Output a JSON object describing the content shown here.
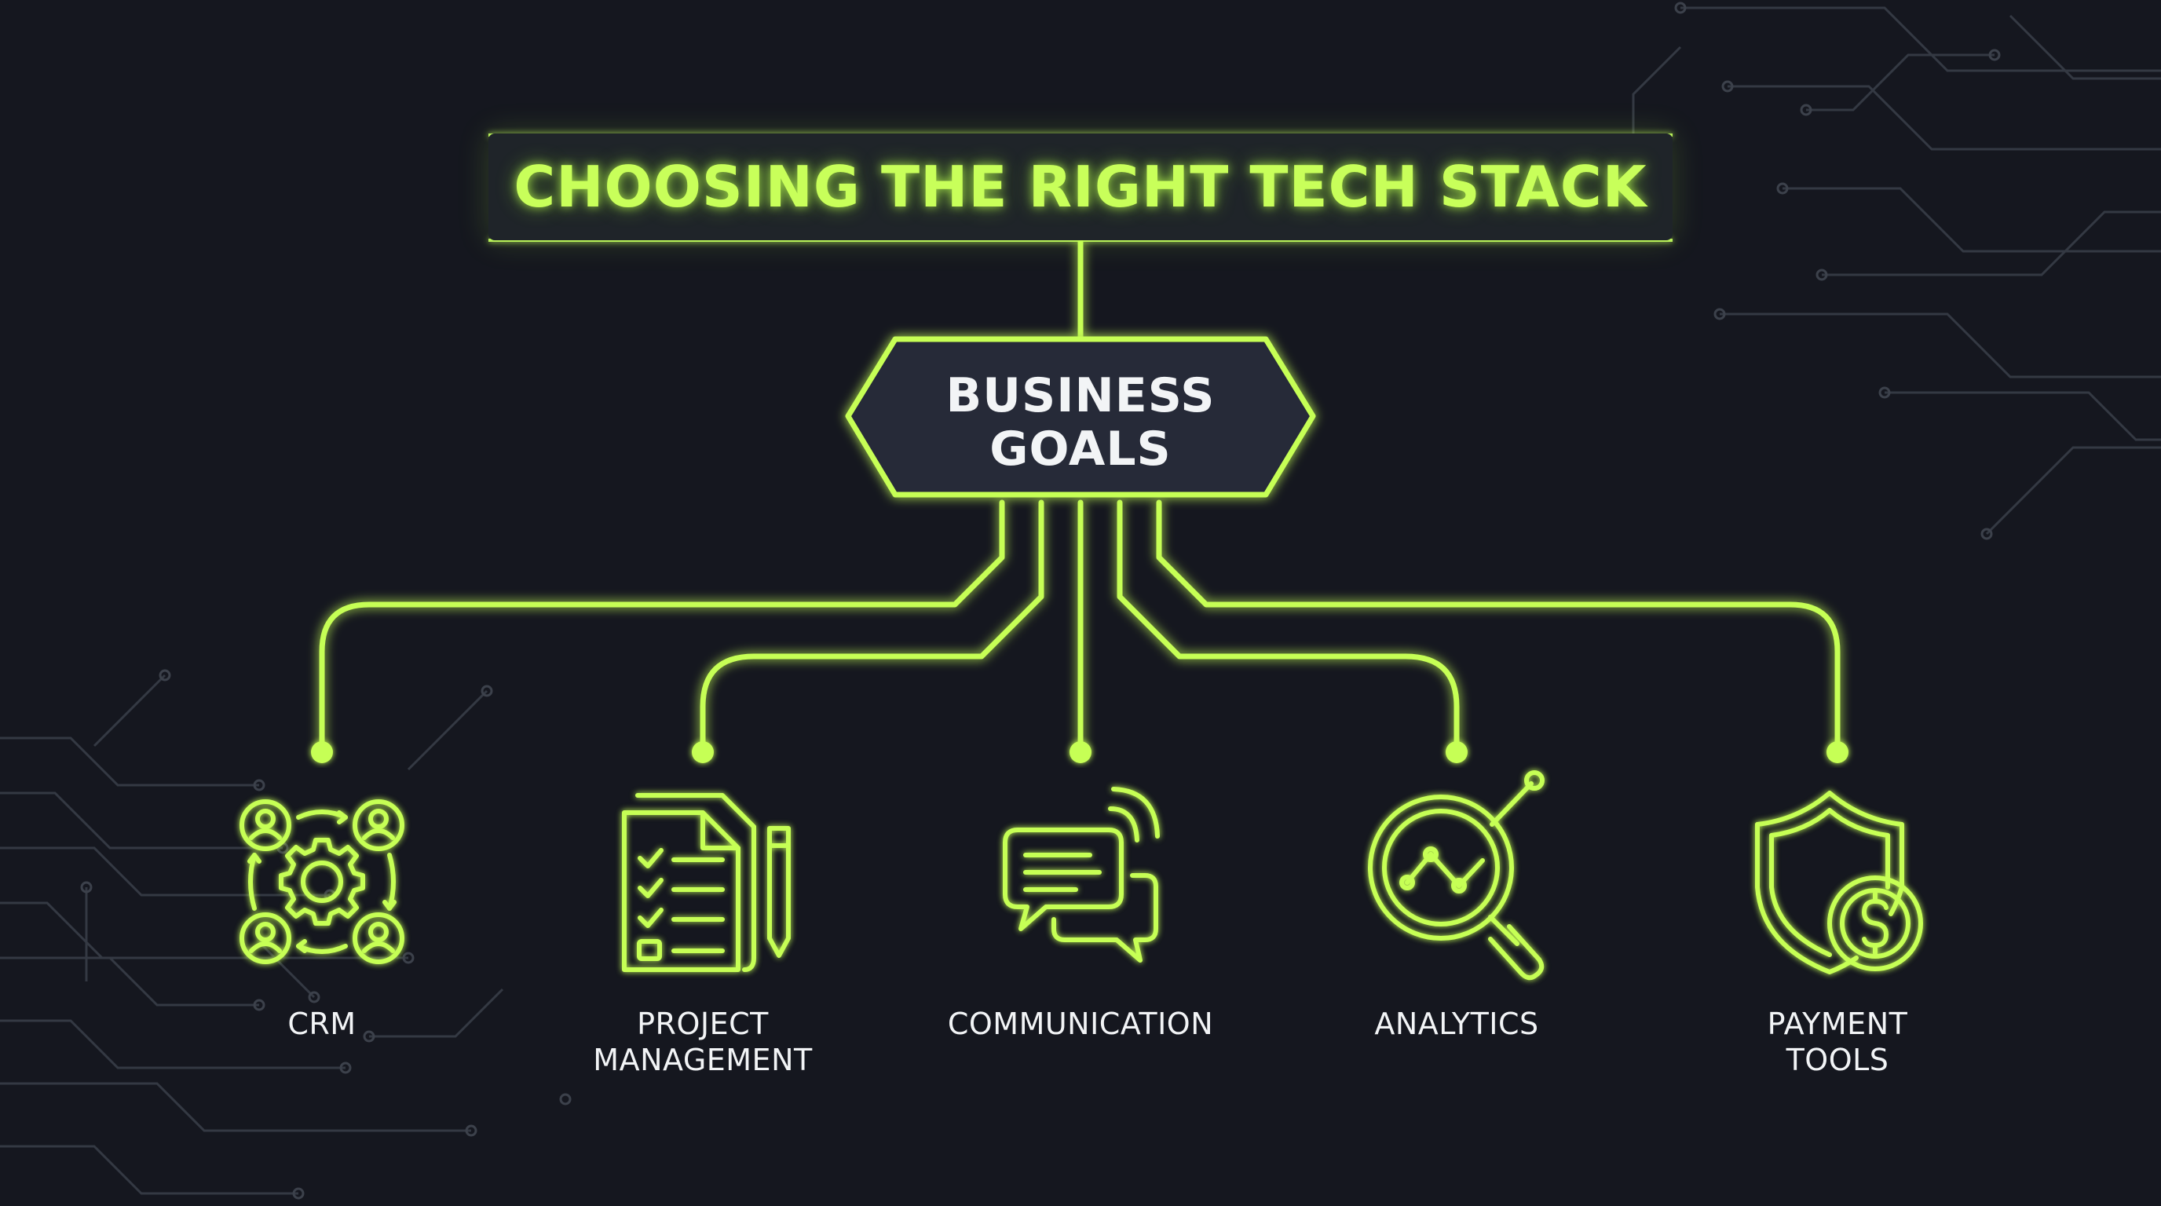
{
  "title": "CHOOSING THE RIGHT TECH STACK",
  "center": {
    "line1": "BUSINESS",
    "line2": "GOALS"
  },
  "branches": [
    {
      "label_line1": "CRM",
      "label_line2": "",
      "icon": "crm-network-icon"
    },
    {
      "label_line1": "PROJECT",
      "label_line2": "MANAGEMENT",
      "icon": "checklist-document-icon"
    },
    {
      "label_line1": "COMMUNICATION",
      "label_line2": "",
      "icon": "chat-bubbles-icon"
    },
    {
      "label_line1": "ANALYTICS",
      "label_line2": "",
      "icon": "magnifier-chart-icon"
    },
    {
      "label_line1": "PAYMENT",
      "label_line2": "TOOLS",
      "icon": "shield-dollar-icon"
    }
  ],
  "colors": {
    "background": "#15171f",
    "neon": "#c8ff5a",
    "text": "#f2f4f6",
    "circuit": "#3a3f47"
  }
}
